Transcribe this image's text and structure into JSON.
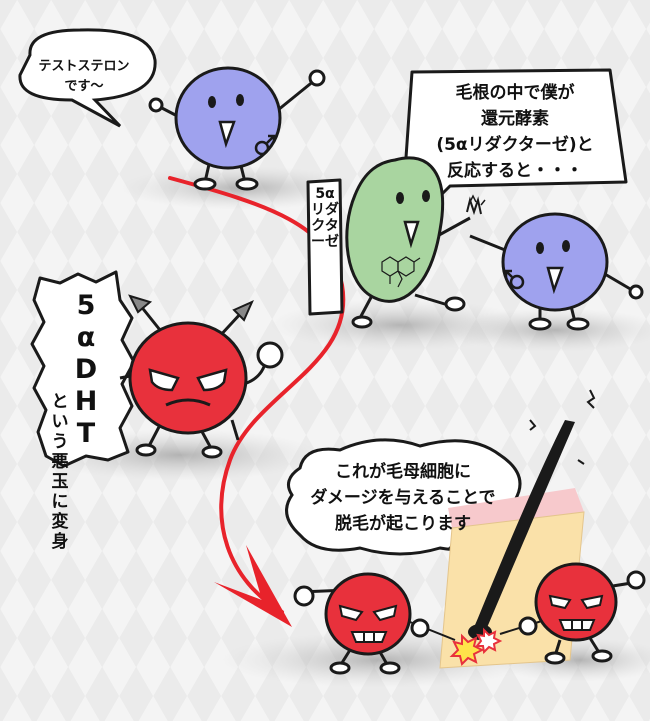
{
  "speech_testosterone": "テストステロン\nです〜",
  "speech_reaction": "毛根の中で僕が\n還元酵素\n(5αリダクターゼ)と\n反応すると・・・",
  "label_enzyme": "5αリダクターゼ",
  "label_dht_big": "5αDHT",
  "label_dht_small": "という悪玉に変身",
  "speech_damage": "これが毛母細胞に\nダメージを与えることで\n脱毛が起こります",
  "colors": {
    "testosterone_blue": "#9fa2ee",
    "enzyme_green": "#a9d5a0",
    "dht_red": "#e8313c",
    "path_red": "#e8232b",
    "scalp_tan": "#fae1a9",
    "skin_pink": "#f7c9cc",
    "outline": "#1a1a1a"
  },
  "icons": [
    "male-symbol-icon",
    "molecule-icon",
    "sparkle-icon",
    "impact-burst-icon"
  ]
}
